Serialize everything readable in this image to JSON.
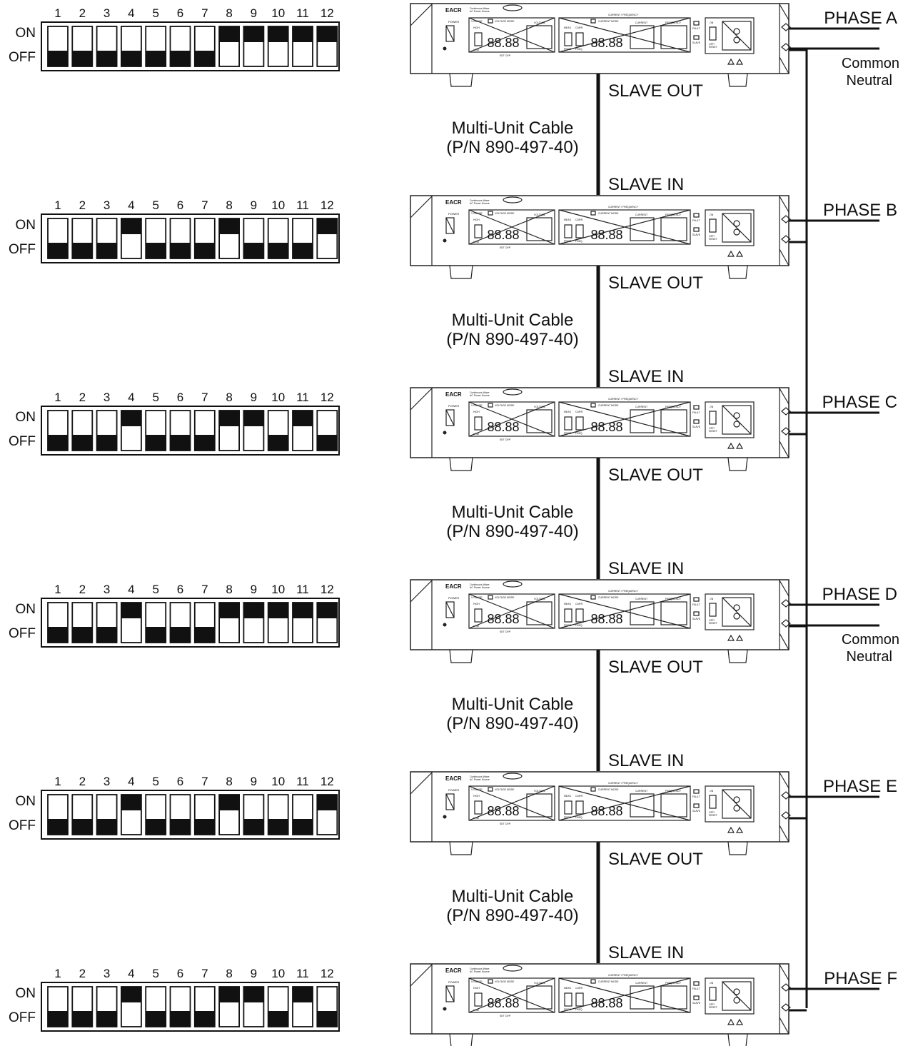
{
  "switch_banks": [
    {
      "numbers": [
        "1",
        "2",
        "3",
        "4",
        "5",
        "6",
        "7",
        "8",
        "9",
        "10",
        "11",
        "12"
      ],
      "on_label": "ON",
      "off_label": "OFF",
      "states": [
        "OFF",
        "OFF",
        "OFF",
        "OFF",
        "OFF",
        "OFF",
        "OFF",
        "ON",
        "ON",
        "ON",
        "ON",
        "ON"
      ]
    },
    {
      "numbers": [
        "1",
        "2",
        "3",
        "4",
        "5",
        "6",
        "7",
        "8",
        "9",
        "10",
        "11",
        "12"
      ],
      "on_label": "ON",
      "off_label": "OFF",
      "states": [
        "OFF",
        "OFF",
        "OFF",
        "ON",
        "OFF",
        "OFF",
        "OFF",
        "ON",
        "OFF",
        "OFF",
        "OFF",
        "ON"
      ]
    },
    {
      "numbers": [
        "1",
        "2",
        "3",
        "4",
        "5",
        "6",
        "7",
        "8",
        "9",
        "10",
        "11",
        "12"
      ],
      "on_label": "ON",
      "off_label": "OFF",
      "states": [
        "OFF",
        "OFF",
        "OFF",
        "ON",
        "OFF",
        "OFF",
        "OFF",
        "ON",
        "ON",
        "OFF",
        "ON",
        "OFF"
      ]
    },
    {
      "numbers": [
        "1",
        "2",
        "3",
        "4",
        "5",
        "6",
        "7",
        "8",
        "9",
        "10",
        "11",
        "12"
      ],
      "on_label": "ON",
      "off_label": "OFF",
      "states": [
        "OFF",
        "OFF",
        "OFF",
        "ON",
        "OFF",
        "OFF",
        "OFF",
        "ON",
        "ON",
        "ON",
        "ON",
        "ON"
      ]
    },
    {
      "numbers": [
        "1",
        "2",
        "3",
        "4",
        "5",
        "6",
        "7",
        "8",
        "9",
        "10",
        "11",
        "12"
      ],
      "on_label": "ON",
      "off_label": "OFF",
      "states": [
        "OFF",
        "OFF",
        "OFF",
        "ON",
        "OFF",
        "OFF",
        "OFF",
        "ON",
        "OFF",
        "OFF",
        "OFF",
        "ON"
      ]
    },
    {
      "numbers": [
        "1",
        "2",
        "3",
        "4",
        "5",
        "6",
        "7",
        "8",
        "9",
        "10",
        "11",
        "12"
      ],
      "on_label": "ON",
      "off_label": "OFF",
      "states": [
        "OFF",
        "OFF",
        "OFF",
        "ON",
        "OFF",
        "OFF",
        "OFF",
        "ON",
        "ON",
        "OFF",
        "ON",
        "OFF"
      ]
    }
  ],
  "units": [
    {
      "phase": "PHASE A",
      "neutral": [
        "Common",
        "Neutral"
      ]
    },
    {
      "phase": "PHASE B"
    },
    {
      "phase": "PHASE C"
    },
    {
      "phase": "PHASE D",
      "neutral": [
        "Common",
        "Neutral"
      ]
    },
    {
      "phase": "PHASE E"
    },
    {
      "phase": "PHASE F"
    }
  ],
  "links": [
    {
      "out_label": "SLAVE OUT",
      "cable_label": [
        "Multi-Unit Cable",
        "(P/N 890-497-40)"
      ],
      "in_label": "SLAVE IN"
    },
    {
      "out_label": "SLAVE OUT",
      "cable_label": [
        "Multi-Unit Cable",
        "(P/N 890-497-40)"
      ],
      "in_label": "SLAVE IN"
    },
    {
      "out_label": "SLAVE OUT",
      "cable_label": [
        "Multi-Unit Cable",
        "(P/N 890-497-40)"
      ],
      "in_label": "SLAVE IN"
    },
    {
      "out_label": "SLAVE OUT",
      "cable_label": [
        "Multi-Unit Cable",
        "(P/N 890-497-40)"
      ],
      "in_label": "SLAVE IN"
    },
    {
      "out_label": "SLAVE OUT",
      "cable_label": [
        "Multi-Unit Cable",
        "(P/N 890-497-40)"
      ],
      "in_label": "SLAVE IN"
    }
  ],
  "panel": {
    "brand": "EACR",
    "model_line1": "Continuous Wave",
    "model_line2": "AC Power Source",
    "power": "POWER",
    "v_range": "V RANGE",
    "high": "HIGH",
    "low": "LOW",
    "voltage_mode": "VOLTAGE MODE",
    "set_ovp": "SET OVP",
    "voltage": "VOLTAGE",
    "meas": "MEAS",
    "curr": "CURR",
    "prog": "PROG",
    "freq": "FREQ",
    "current_mode": "CURRENT MODE",
    "current_frequency": "CURRENT / FREQUENCY",
    "current": "CURRENT",
    "frequency": "FREQUENCY",
    "fault": "FAULT",
    "slave": "SLAVE",
    "on": "ON",
    "off_reset": [
      "OFF/",
      "RESET"
    ],
    "readout": "88.88"
  }
}
